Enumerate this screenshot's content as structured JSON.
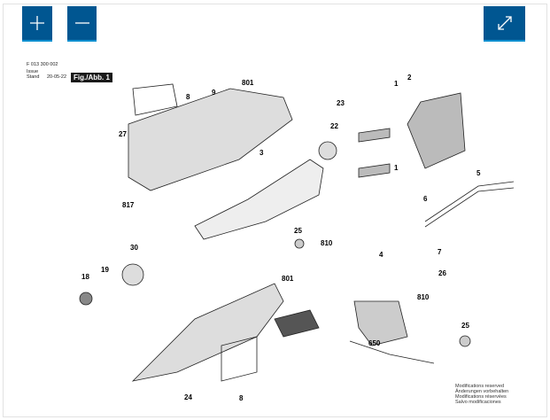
{
  "toolbar": {
    "zoom_in": "+",
    "zoom_out": "−",
    "fullscreen": "expand-icon"
  },
  "header": {
    "doc_number": "F 013 300 002",
    "issue_label": "Issue",
    "stand_label": "Stand",
    "date": "20-05-22",
    "figure_label": "Fig./Abb. 1"
  },
  "part_labels": [
    "8",
    "9",
    "801",
    "23",
    "1",
    "2",
    "27",
    "22",
    "3",
    "5",
    "817",
    "6",
    "25",
    "810",
    "30",
    "7",
    "4",
    "18",
    "19",
    "801",
    "26",
    "810",
    "650",
    "25",
    "8",
    "24",
    "1"
  ],
  "footer": {
    "lines": [
      "Modifications reserved",
      "Änderungen vorbehalten",
      "Modifications réservées",
      "Salvo modificaciones"
    ]
  }
}
